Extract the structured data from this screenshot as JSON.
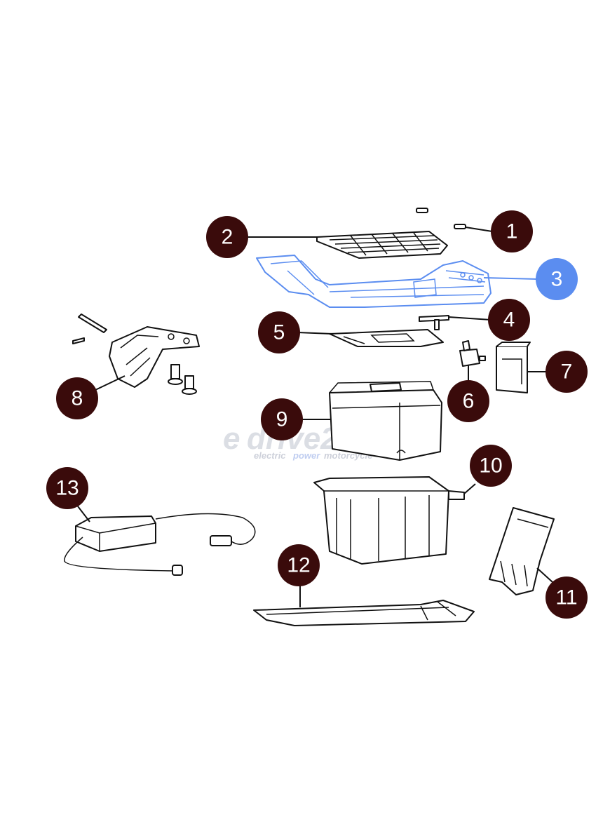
{
  "watermark": {
    "logo_main": "drive24",
    "logo_prefix": "e",
    "tagline_a": "electric",
    "tagline_b": "power",
    "tagline_c": "motorcycle"
  },
  "callouts": [
    {
      "id": "1",
      "label": "1",
      "highlight": false
    },
    {
      "id": "2",
      "label": "2",
      "highlight": false
    },
    {
      "id": "3",
      "label": "3",
      "highlight": true
    },
    {
      "id": "4",
      "label": "4",
      "highlight": false
    },
    {
      "id": "5",
      "label": "5",
      "highlight": false
    },
    {
      "id": "6",
      "label": "6",
      "highlight": false
    },
    {
      "id": "7",
      "label": "7",
      "highlight": false
    },
    {
      "id": "8",
      "label": "8",
      "highlight": false
    },
    {
      "id": "9",
      "label": "9",
      "highlight": false
    },
    {
      "id": "10",
      "label": "10",
      "highlight": false
    },
    {
      "id": "11",
      "label": "11",
      "highlight": false
    },
    {
      "id": "12",
      "label": "12",
      "highlight": false
    },
    {
      "id": "13",
      "label": "13",
      "highlight": false
    }
  ],
  "colors": {
    "callout_fill": "#3a0b0b",
    "callout_highlight_fill": "#5b8df0",
    "part_stroke": "#111111",
    "part_highlight_stroke": "#5b8df0"
  }
}
